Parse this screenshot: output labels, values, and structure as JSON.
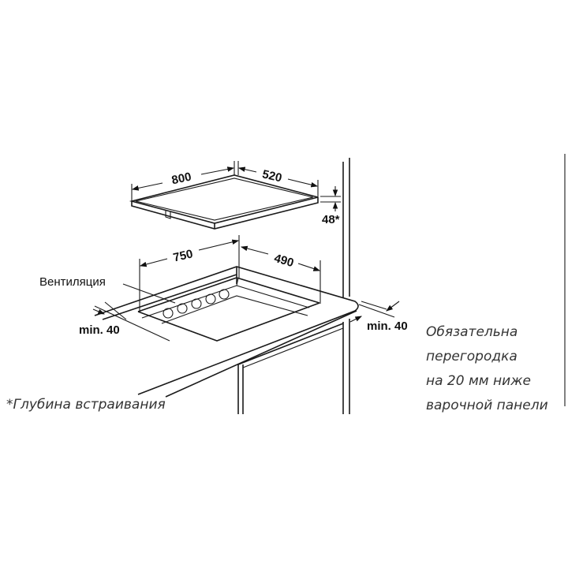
{
  "dimensions": {
    "hob_width": "800",
    "hob_depth": "520",
    "embed_depth": "48*",
    "cutout_width": "750",
    "cutout_depth": "490",
    "min_left": "min. 40",
    "min_right": "min. 40"
  },
  "labels": {
    "ventilation": "Вентиляция",
    "footnote": "*Глубина встраивания"
  },
  "note": {
    "lines": [
      "Обязательна",
      "перегородка",
      "на 20 мм ниже",
      "варочной панели"
    ]
  }
}
